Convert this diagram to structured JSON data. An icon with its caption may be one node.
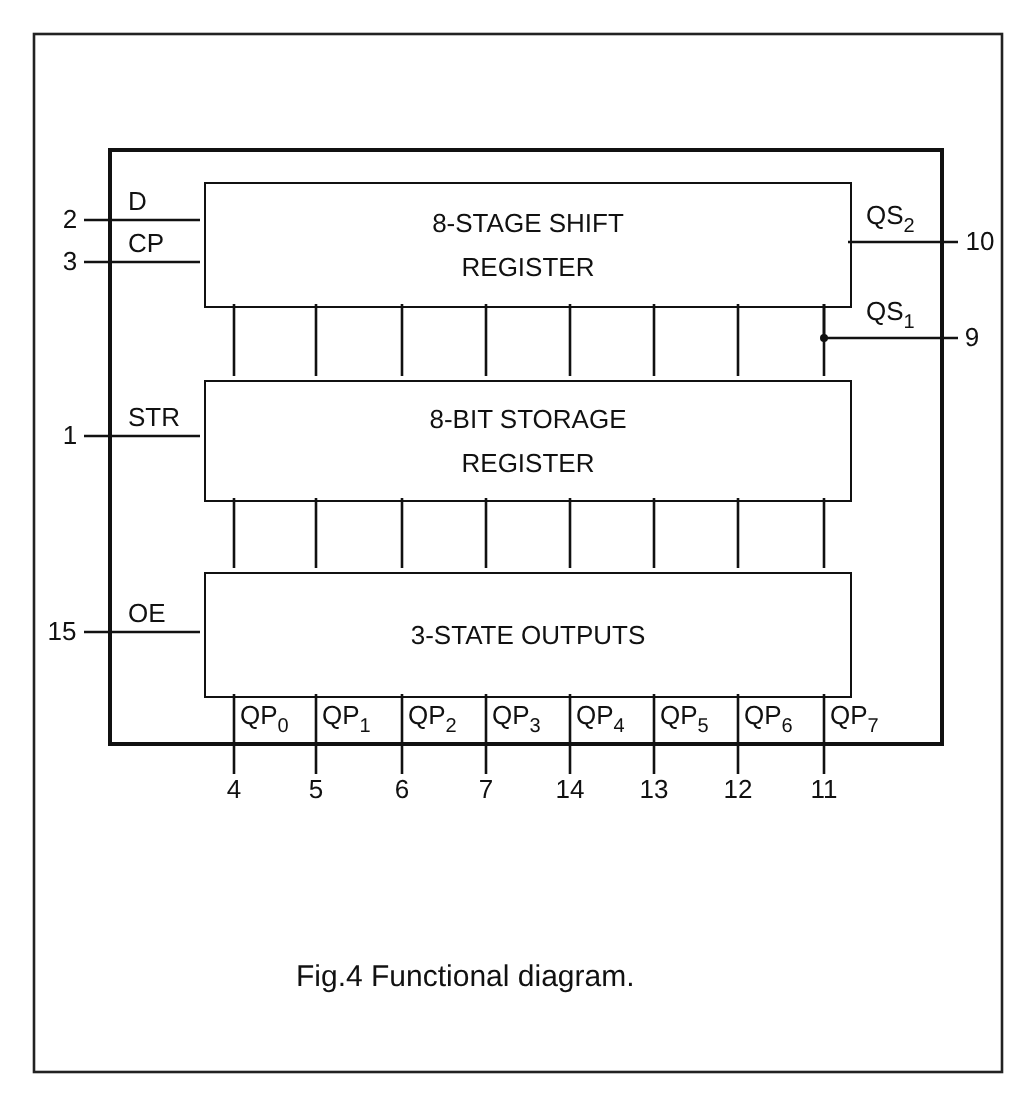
{
  "diagram": {
    "caption": "Fig.4 Functional diagram.",
    "nodes": [
      {
        "text": [],
        "shape": "box"
      },
      {
        "text": [
          "8-STAGE SHIFT REGISTER"
        ],
        "in": 0
      },
      {
        "text": [
          "8-BIT STORAGE REGISTER"
        ],
        "in": 0
      },
      {
        "text": [
          "3-STATE OUTPUTS"
        ],
        "in": 0
      },
      {
        "text": [
          "2"
        ]
      },
      {
        "text": [
          "3"
        ]
      },
      {
        "text": [
          "1"
        ]
      },
      {
        "text": [
          "15"
        ]
      },
      {
        "text": [
          "10"
        ]
      },
      {
        "text": [
          "9"
        ]
      },
      {
        "text": [
          "4"
        ]
      },
      {
        "text": [
          "5"
        ]
      },
      {
        "text": [
          "6"
        ]
      },
      {
        "text": [
          "7"
        ]
      },
      {
        "text": [
          "14"
        ]
      },
      {
        "text": [
          "13"
        ]
      },
      {
        "text": [
          "12"
        ]
      },
      {
        "text": [
          "11"
        ]
      }
    ],
    "edges": [
      {
        "from": 4,
        "to": 1,
        "arrow": "none",
        "label": "D"
      },
      {
        "from": 5,
        "to": 1,
        "arrow": "none",
        "label": "CP"
      },
      {
        "from": 1,
        "to": 8,
        "arrow": "none",
        "label": "QS$_{2}$"
      },
      {
        "from": 1,
        "to": 9,
        "arrow": "none",
        "label": "QS$_{1}$"
      },
      {
        "from": 1,
        "to": 2,
        "arrow": "none"
      },
      {
        "from": 1,
        "to": 2,
        "arrow": "none"
      },
      {
        "from": 1,
        "to": 2,
        "arrow": "none"
      },
      {
        "from": 1,
        "to": 2,
        "arrow": "none"
      },
      {
        "from": 1,
        "to": 2,
        "arrow": "none"
      },
      {
        "from": 1,
        "to": 2,
        "arrow": "none"
      },
      {
        "from": 1,
        "to": 2,
        "arrow": "none"
      },
      {
        "from": 1,
        "to": 2,
        "arrow": "none"
      },
      {
        "from": 6,
        "to": 2,
        "arrow": "none",
        "label": "STR"
      },
      {
        "from": 2,
        "to": 3,
        "arrow": "none"
      },
      {
        "from": 2,
        "to": 3,
        "arrow": "none"
      },
      {
        "from": 2,
        "to": 3,
        "arrow": "none"
      },
      {
        "from": 2,
        "to": 3,
        "arrow": "none"
      },
      {
        "from": 2,
        "to": 3,
        "arrow": "none"
      },
      {
        "from": 2,
        "to": 3,
        "arrow": "none"
      },
      {
        "from": 2,
        "to": 3,
        "arrow": "none"
      },
      {
        "from": 2,
        "to": 3,
        "arrow": "none"
      },
      {
        "from": 7,
        "to": 3,
        "arrow": "none",
        "label": "OE"
      },
      {
        "from": 3,
        "to": 10,
        "arrow": "none",
        "label": "QP$_{0}$"
      },
      {
        "from": 3,
        "to": 11,
        "arrow": "none",
        "label": "QP$_{1}$"
      },
      {
        "from": 3,
        "to": 12,
        "arrow": "none",
        "label": "QP$_{2}$"
      },
      {
        "from": 3,
        "to": 13,
        "arrow": "none",
        "label": "QP$_{3}$"
      },
      {
        "from": 3,
        "to": 14,
        "arrow": "none",
        "label": "QP$_{4}$"
      },
      {
        "from": 3,
        "to": 15,
        "arrow": "none",
        "label": "QP$_{5}$"
      },
      {
        "from": 3,
        "to": 16,
        "arrow": "none",
        "label": "QP$_{6}$"
      },
      {
        "from": 3,
        "to": 17,
        "arrow": "none",
        "label": "QP$_{7}$"
      }
    ]
  }
}
